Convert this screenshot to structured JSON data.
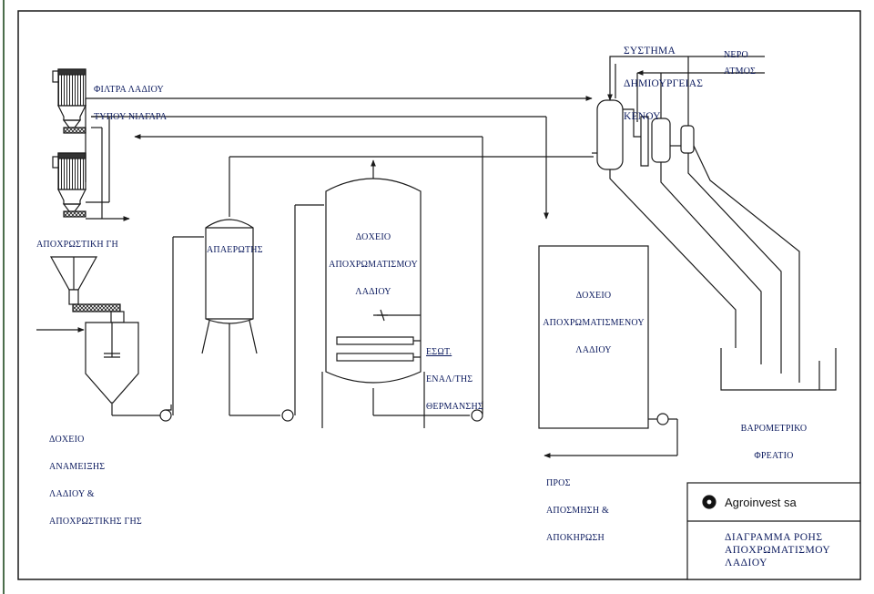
{
  "labels": {
    "vacuum_system": [
      "ΣΥΣΤΗΜΑ",
      "ΔΗΜΙΟΥΡΓΕΙΑΣ",
      "ΚΕΝΟΥ"
    ],
    "water": "ΝΕΡΟ",
    "steam": "ΑΤΜΟΣ",
    "oil_filters": [
      "ΦΙΛΤΡΑ ΛΑΔΙΟΥ",
      "ΤΥΠΟΥ ΝΙΑΓΑΡΑ"
    ],
    "bleaching_earth": "ΑΠΟΧΡΩΣΤΙΚΗ ΓΗ",
    "deaerator": "ΑΠΑΕΡΩΤΗΣ",
    "bleaching_tank": [
      "ΔΟΧΕΙΟ",
      "ΑΠΟΧΡΩΜΑΤΙΣΜΟΥ",
      "ΛΑΔΙΟΥ"
    ],
    "heat_exchanger": [
      "ΕΣΩΤ.",
      "ΕΝΑΛ/ΤΗΣ",
      "ΘΕΡΜΑΝΣΗΣ"
    ],
    "bleached_tank": [
      "ΔΟΧΕΙΟ",
      "ΑΠΟΧΡΩΜΑΤΙΣΜΕΝΟΥ",
      "ΛΑΔΙΟΥ"
    ],
    "barometric_well": [
      "ΒΑΡΟΜΕΤΡΙΚΟ",
      "ΦΡΕΑΤΙΟ"
    ],
    "mixing_tank": [
      "ΔΟΧΕΙΟ",
      "ΑΝΑΜΕΙΞΗΣ",
      "ΛΑΔΙΟΥ &",
      "ΑΠΟΧΡΩΣΤΙΚΗΣ ΓΗΣ"
    ],
    "to_deodorization": [
      "ΠΡΟΣ",
      "ΑΠΟΣΜΗΣΗ &",
      "ΑΠΟΚΗΡΩΣΗ"
    ]
  },
  "title_block": {
    "company": "Agroinvest sa",
    "title": [
      "ΔΙΑΓΡΑΜΜΑ ΡΟΗΣ",
      "ΑΠΟΧΡΩΜΑΤΙΣΜΟΥ",
      "ΛΑΔΙΟΥ"
    ]
  },
  "colors": {
    "line": "#1a1a1a",
    "text": "#0b1a5e",
    "fill": "#ffffff"
  }
}
